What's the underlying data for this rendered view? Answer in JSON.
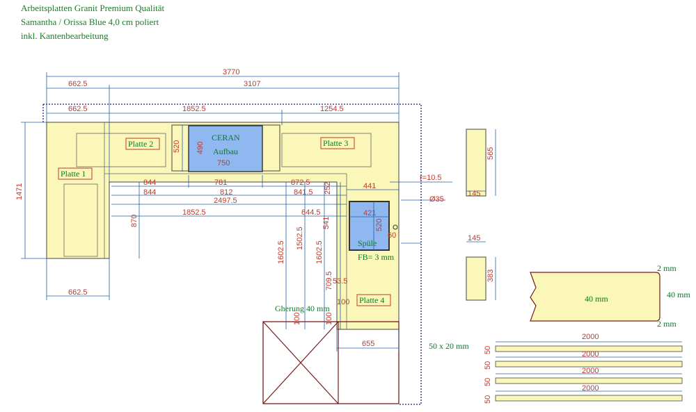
{
  "title": {
    "line1": "Arbeitsplatten Granit Premium Qualität",
    "line2": "Samantha / Orissa Blue 4,0 cm poliert",
    "line3": "inkl. Kantenbearbeitung"
  },
  "labels": {
    "platte1": "Platte 1",
    "platte2": "Platte 2",
    "platte3": "Platte 3",
    "platte4": "Platte 4",
    "ceran1": "CERAN",
    "ceran2": "Aufbau",
    "spuele": "Spüle",
    "fb": "FB= 3 mm",
    "gehrung": "Gherung 40 mm",
    "radius": "r=10.5",
    "drill": "Ø35",
    "profile_top": "2 mm",
    "profile_mid": "40 mm",
    "profile_right": "40 mm",
    "profile_bottom": "2 mm",
    "strip_note": "50 x 20 mm"
  },
  "dims": {
    "d3770": "3770",
    "d662a": "662.5",
    "d3107": "3107",
    "d662b": "662.5",
    "d1852a": "1852.5",
    "d1254": "1254.5",
    "d520a": "520",
    "d490": "490",
    "d750": "750",
    "d1471": "1471",
    "d844a": "844",
    "d781": "781",
    "d872": "872.5",
    "d252": "252",
    "d441": "441",
    "d844b": "844",
    "d812": "812",
    "d841": "841.5",
    "d2497": "2497.5",
    "d870": "870",
    "d1852b": "1852.5",
    "d644": "644.5",
    "d421": "421",
    "d520b": "520",
    "d60": "60",
    "d541": "541",
    "d1602a": "1602.5",
    "d1502": "1502.5",
    "d1602b": "1602.5",
    "d709": "709.5",
    "d53": "53.5",
    "d100a": "100",
    "d100b": "100",
    "d100c": "100",
    "d662c": "662.5",
    "d655": "655",
    "d565": "565",
    "d145a": "145",
    "d145b": "145",
    "d383": "383",
    "s1len": "2000",
    "s2len": "2000",
    "s3len": "2000",
    "s4len": "2000",
    "s1w": "50",
    "s2w": "50",
    "s3w": "50",
    "s4w": "50"
  },
  "colors": {
    "countertop": "#fbf7b8",
    "cutout": "#8fb8f0",
    "dimension_line": "#1f5fa8",
    "dimension_text": "#c0392b",
    "label_text": "#0a7a2a",
    "label_box": "#c0392b",
    "outline": "#444444",
    "boundary": "#1a1a8a"
  }
}
